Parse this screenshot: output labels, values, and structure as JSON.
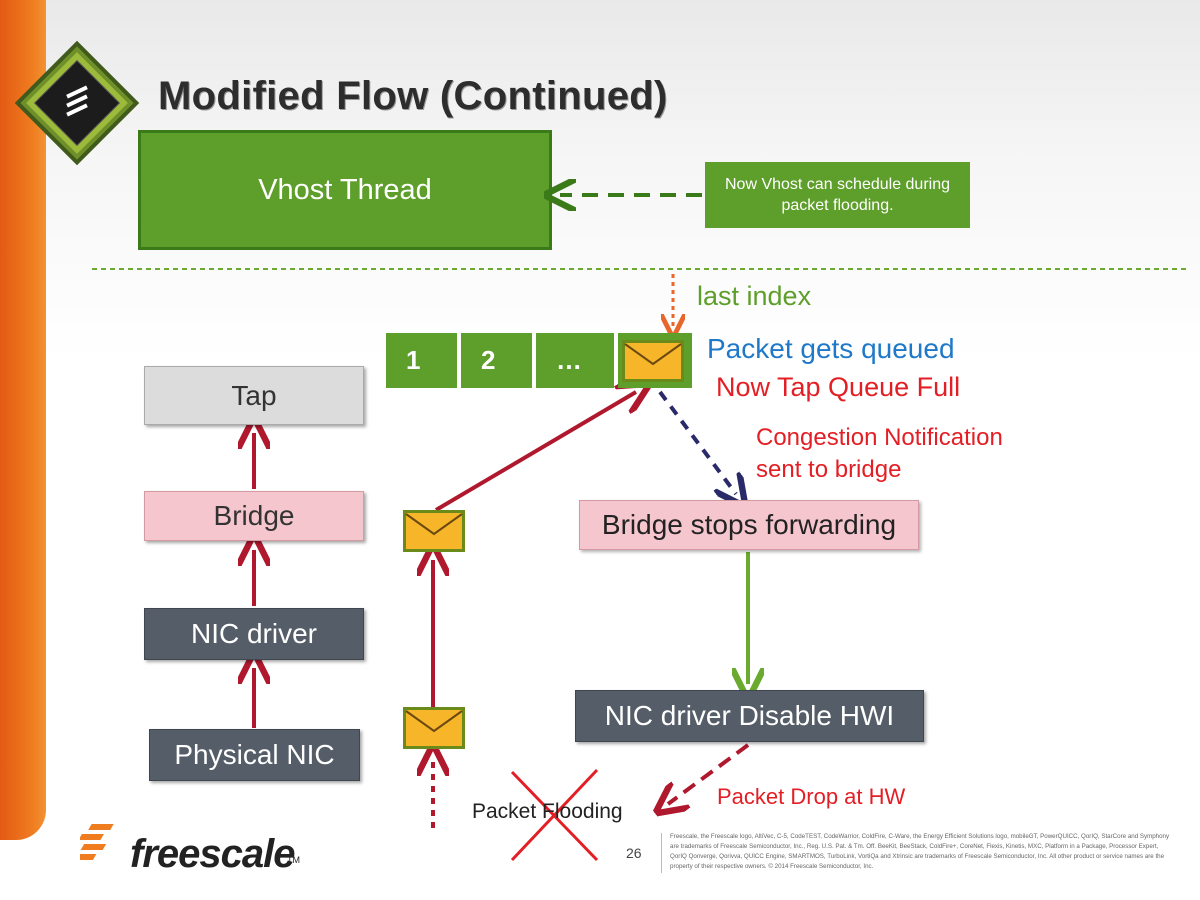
{
  "title": "Modified Flow (Continued)",
  "vhost_thread": "Vhost Thread",
  "note": "Now Vhost can schedule during packet flooding.",
  "last_index": "last index",
  "queue_cells": [
    "1",
    "2",
    "…"
  ],
  "packet_queued": "Packet gets queued",
  "tap_full": "Now Tap Queue Full",
  "congestion": {
    "line1": "Congestion Notification",
    "line2": "sent to bridge"
  },
  "stack": {
    "tap": "Tap",
    "bridge": "Bridge",
    "nic_driver": "NIC driver",
    "physical_nic": "Physical NIC"
  },
  "bridge_stops": "Bridge stops forwarding",
  "nic_disable": "NIC driver Disable HWI",
  "packet_drop": "Packet Drop at HW",
  "packet_flooding": "Packet Flooding",
  "footer": {
    "brand": "freescale",
    "tm": "TM",
    "page": "26",
    "legal": "Freescale, the Freescale logo, AltiVec, C-5, CodeTEST, CodeWarrior, ColdFire, C-Ware, the Energy Efficient Solutions logo, mobileGT, PowerQUICC, QorIQ, StarCore and Symphony are trademarks of Freescale Semiconductor, Inc., Reg. U.S. Pat. & Tm. Off. BeeKit, BeeStack, ColdFire+, CoreNet, Flexis, Kinetis, MXC, Platform in a Package, Processor Expert, QorIQ Qonverge, Qorivva, QUICC Engine, SMARTMOS, TurboLink, VortiQa and Xtrinsic are trademarks of Freescale Semiconductor, Inc. All other product or service names are the property of their respective owners. © 2014 Freescale Semiconductor, Inc."
  },
  "colors": {
    "green": "#5e9e2a",
    "red": "#e31e24",
    "dark_red_arrow": "#b0182e",
    "blue": "#1f78c8",
    "orange": "#f07c20"
  }
}
